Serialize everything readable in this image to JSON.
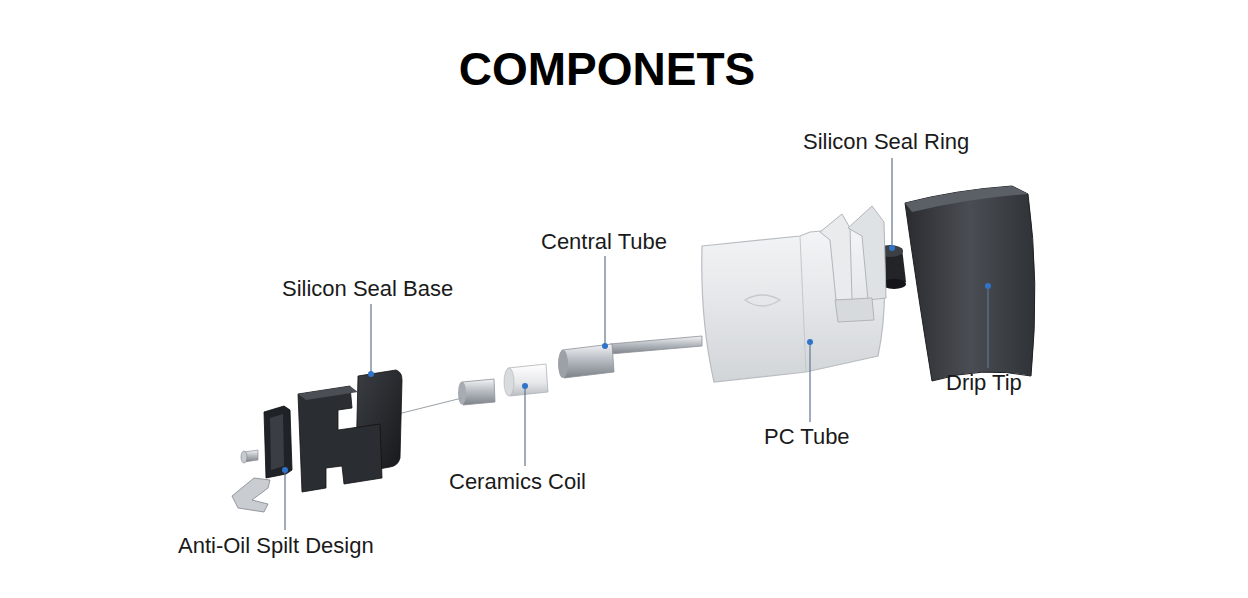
{
  "diagram": {
    "title": "COMPONETS",
    "labels": [
      "Silicon Seal Ring",
      "Central Tube",
      "Silicon Seal Base",
      "Drip Tip",
      "PC Tube",
      "Ceramics Coil",
      "Anti-Oil Spilt Design"
    ]
  }
}
